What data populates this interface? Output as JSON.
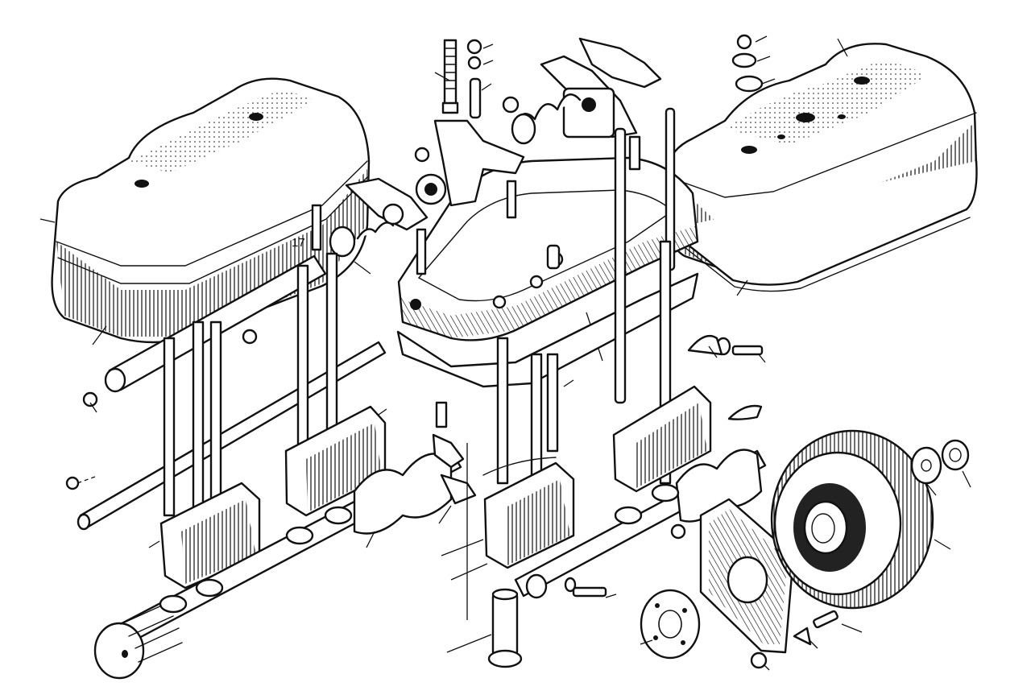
{
  "diagram": {
    "callout_label": "17",
    "colors": {
      "ink": "#111111",
      "paper": "#ffffff"
    },
    "parts": [
      "rocker-cover-left",
      "rocker-cover-right",
      "cylinder-head",
      "head-gasket",
      "rocker-arm-assembly",
      "rocker-shaft",
      "push-rods",
      "tappet-guide-blocks",
      "camshaft",
      "timing-gear",
      "gear-cover-plate",
      "flange",
      "tappet",
      "bolts-and-nuts"
    ]
  }
}
